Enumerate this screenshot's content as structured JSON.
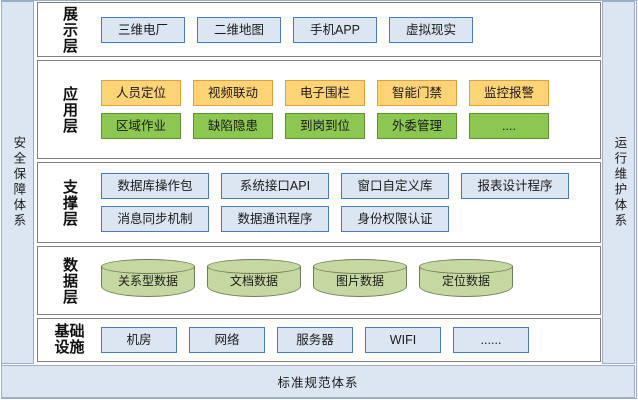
{
  "bands": {
    "left_label": "安全保障体系",
    "right_label": "运行维护体系",
    "bottom_label": "标准规范体系"
  },
  "colors": {
    "band_fill": "#dce6f2",
    "band_border": "#9aaec8",
    "blue_fill": "#dce6f2",
    "blue_border": "#4a7ebb",
    "orange_fill": "#fcd375",
    "orange_border": "#e0a13a",
    "green_fill": "#8cc751",
    "green_border": "#5e9130",
    "cylinder_fill": "#c5d8a1",
    "cylinder_border": "#6d7f55",
    "layer_border": "#808080",
    "page_background": "#ffffff"
  },
  "layers": [
    {
      "key": "presentation",
      "label": "展示层",
      "rows": [
        {
          "style": "blue",
          "items": [
            {
              "label": "三维电厂",
              "width": 84
            },
            {
              "label": "二维地图",
              "width": 84
            },
            {
              "label": "手机APP",
              "width": 84
            },
            {
              "label": "虚拟现实",
              "width": 84
            }
          ]
        }
      ]
    },
    {
      "key": "application",
      "label": "应用层",
      "rows": [
        {
          "style": "orange",
          "items": [
            {
              "label": "人员定位",
              "width": 80
            },
            {
              "label": "视频联动",
              "width": 80
            },
            {
              "label": "电子围栏",
              "width": 80
            },
            {
              "label": "智能门禁",
              "width": 80
            },
            {
              "label": "监控报警",
              "width": 80
            }
          ]
        },
        {
          "style": "green",
          "items": [
            {
              "label": "区域作业",
              "width": 80
            },
            {
              "label": "缺陷隐患",
              "width": 80
            },
            {
              "label": "到岗到位",
              "width": 80
            },
            {
              "label": "外委管理",
              "width": 80
            },
            {
              "label": "....",
              "width": 80
            }
          ]
        }
      ]
    },
    {
      "key": "support",
      "label": "支撑层",
      "rows": [
        {
          "style": "blue",
          "items": [
            {
              "label": "数据库操作包",
              "width": 108
            },
            {
              "label": "系统接口API",
              "width": 108
            },
            {
              "label": "窗口自定义库",
              "width": 108
            },
            {
              "label": "报表设计程序",
              "width": 108
            }
          ]
        },
        {
          "style": "blue",
          "items": [
            {
              "label": "消息同步机制",
              "width": 108
            },
            {
              "label": "数据通讯程序",
              "width": 108
            },
            {
              "label": "身份权限认证",
              "width": 108
            }
          ]
        }
      ]
    },
    {
      "key": "data",
      "label": "数据层",
      "rows": [
        {
          "style": "cylinder",
          "items": [
            {
              "label": "关系型数据",
              "width": 94
            },
            {
              "label": "文档数据",
              "width": 94
            },
            {
              "label": "图片数据",
              "width": 94
            },
            {
              "label": "定位数据",
              "width": 94
            }
          ]
        }
      ]
    },
    {
      "key": "infrastructure",
      "label": "基础设施",
      "label_lines": [
        "基础",
        "设施"
      ],
      "rows": [
        {
          "style": "blue",
          "items": [
            {
              "label": "机房",
              "width": 76
            },
            {
              "label": "网络",
              "width": 76
            },
            {
              "label": "服务器",
              "width": 76
            },
            {
              "label": "WIFI",
              "width": 76
            },
            {
              "label": "......",
              "width": 76
            }
          ]
        }
      ]
    }
  ],
  "geometry": {
    "layer_tops": [
      2,
      60,
      162,
      246,
      318
    ],
    "layer_heights": [
      55,
      99,
      81,
      69,
      44
    ]
  }
}
